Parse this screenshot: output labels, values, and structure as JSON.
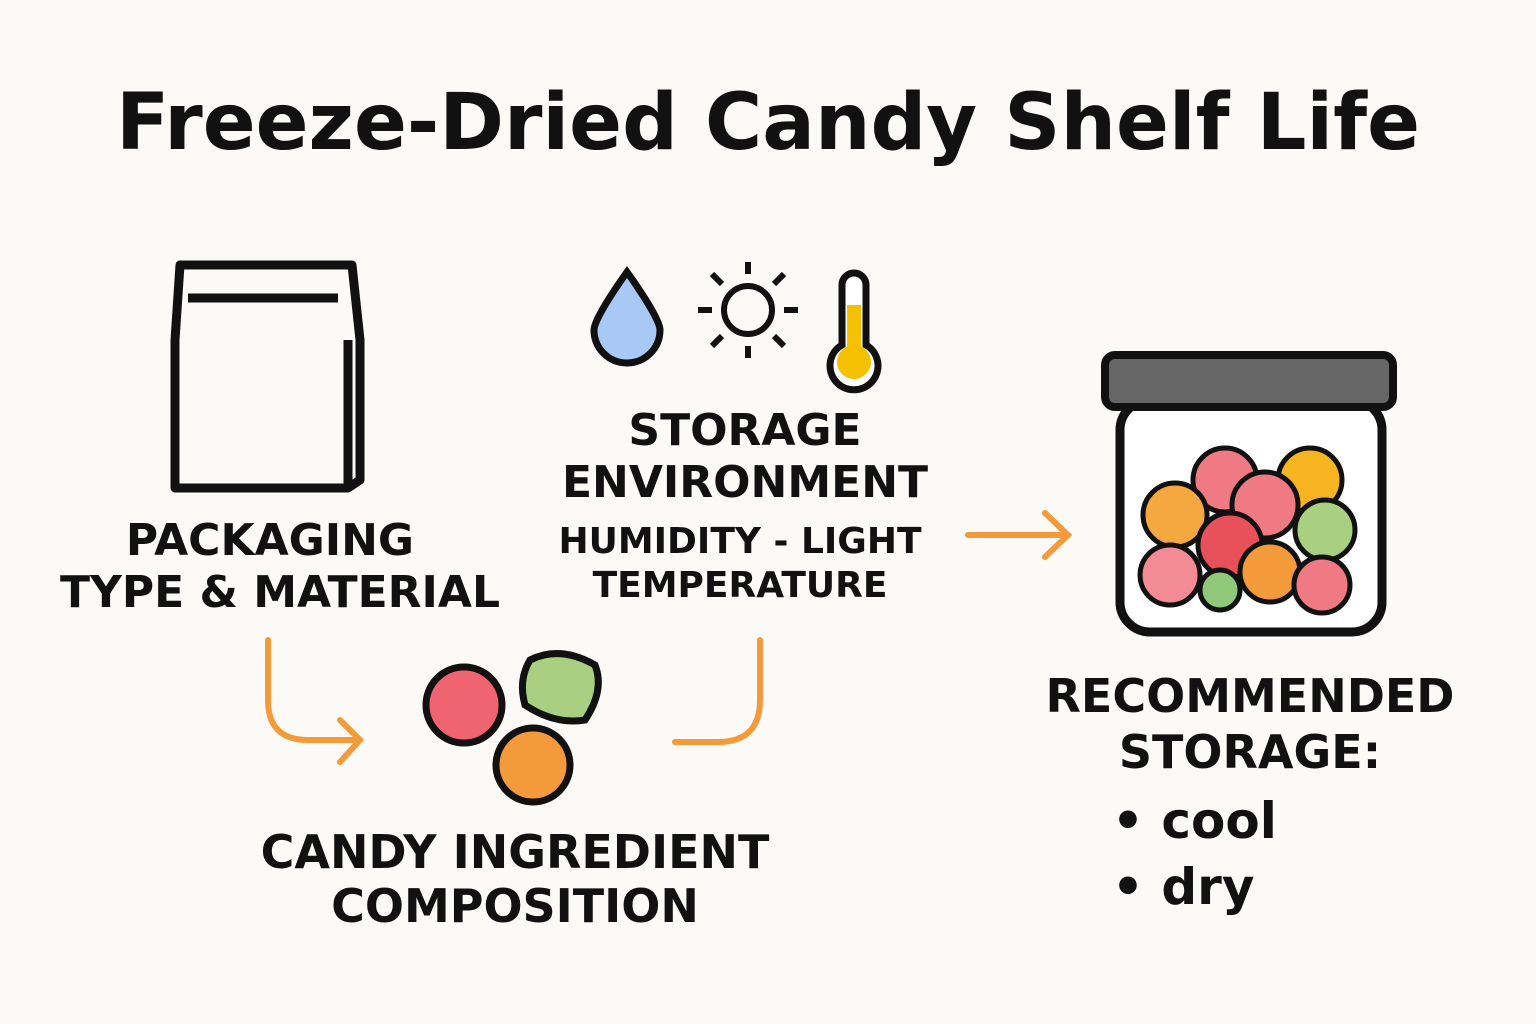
{
  "title": "Freeze-Dried Candy Shelf Life",
  "packaging": {
    "line1": "PACKAGING",
    "line2": "TYPE & MATERIAL"
  },
  "storage_env": {
    "line1": "STORAGE",
    "line2": "ENVIRONMENT",
    "sub1": "HUMIDITY - LIGHT",
    "sub2": "TEMPERATURE"
  },
  "ingredients": {
    "line1": "CANDY INGREDIENT",
    "line2": "COMPOSITION"
  },
  "recommended": {
    "line1": "RECOMMENDED",
    "line2": "STORAGE:",
    "items": [
      "cool",
      "dry"
    ]
  },
  "colors": {
    "arrow": "#f39a3a",
    "drop": "#a8c8f5",
    "therm": "#f5c000"
  }
}
